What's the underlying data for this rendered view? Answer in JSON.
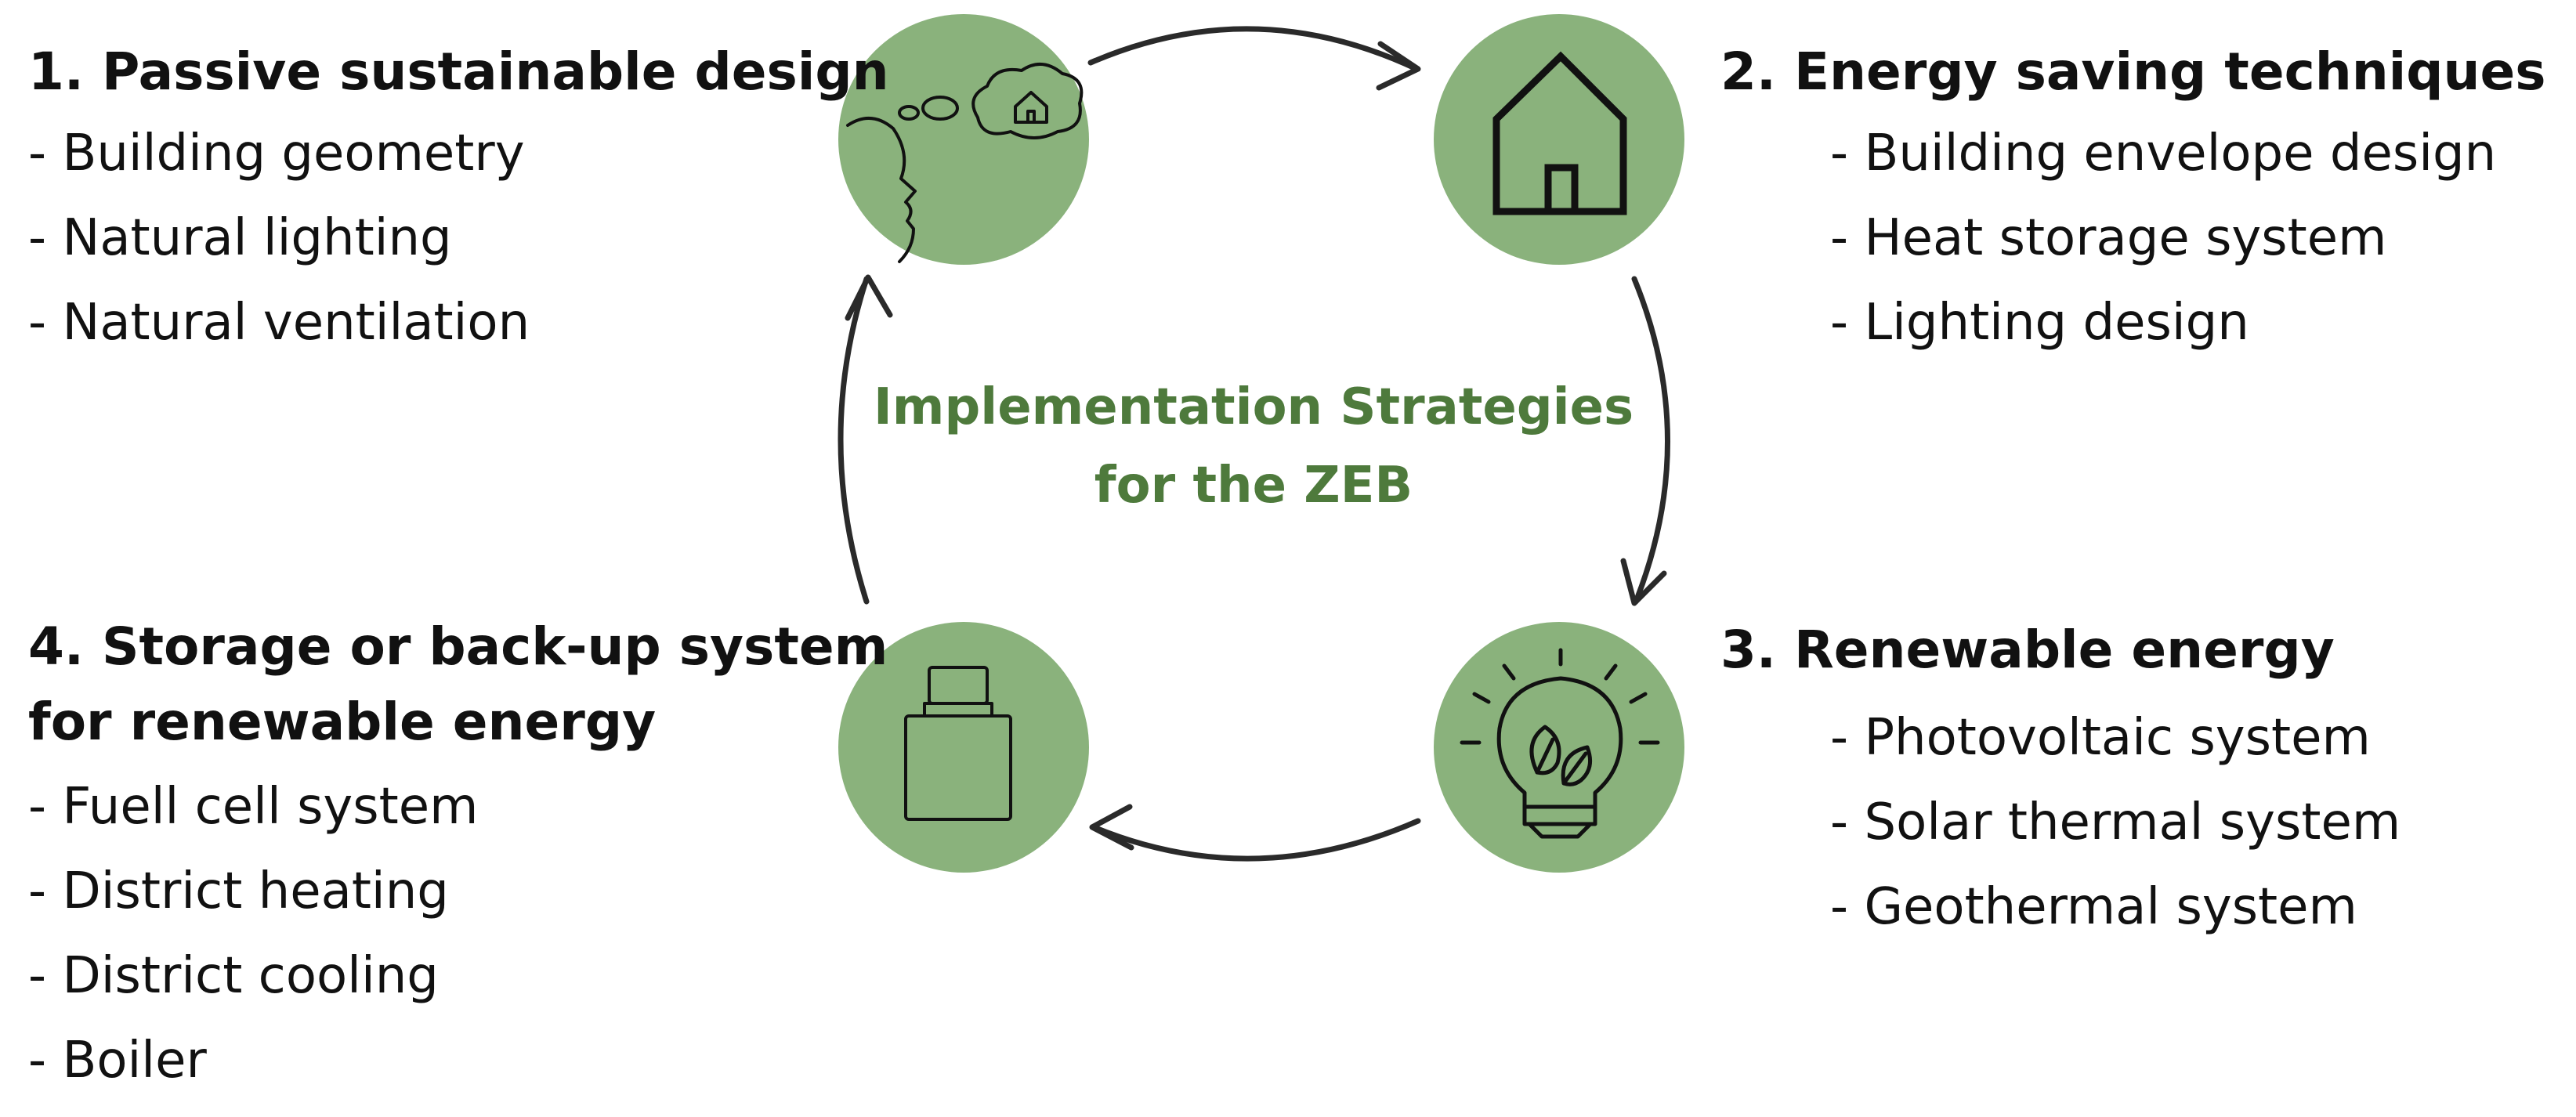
{
  "colors": {
    "circle_fill": "#8ab27c",
    "icon_stroke": "#111111",
    "arrow_stroke": "#2a2a2a",
    "center_title": "#4e7a3c",
    "text": "#111111"
  },
  "center": {
    "title_line1": "Implementation Strategies",
    "title_line2": "for the ZEB"
  },
  "steps": [
    {
      "heading": "1. Passive sustainable design",
      "icon": "thinking-head-house-icon",
      "items": [
        "- Building geometry",
        "- Natural lighting",
        "- Natural ventilation"
      ]
    },
    {
      "heading": "2. Energy saving techniques",
      "icon": "house-icon",
      "items": [
        "- Building envelope design",
        "- Heat storage system",
        "- Lighting design"
      ]
    },
    {
      "heading": "3. Renewable energy",
      "icon": "lightbulb-leaves-icon",
      "items": [
        "- Photovoltaic system",
        "- Solar thermal system",
        "- Geothermal system"
      ]
    },
    {
      "heading_line1": "4. Storage or back-up system",
      "heading_line2": "for renewable energy",
      "icon": "battery-jar-icon",
      "items": [
        "- Fuell cell system",
        "- District heating",
        "- District cooling",
        "- Boiler"
      ]
    }
  ]
}
